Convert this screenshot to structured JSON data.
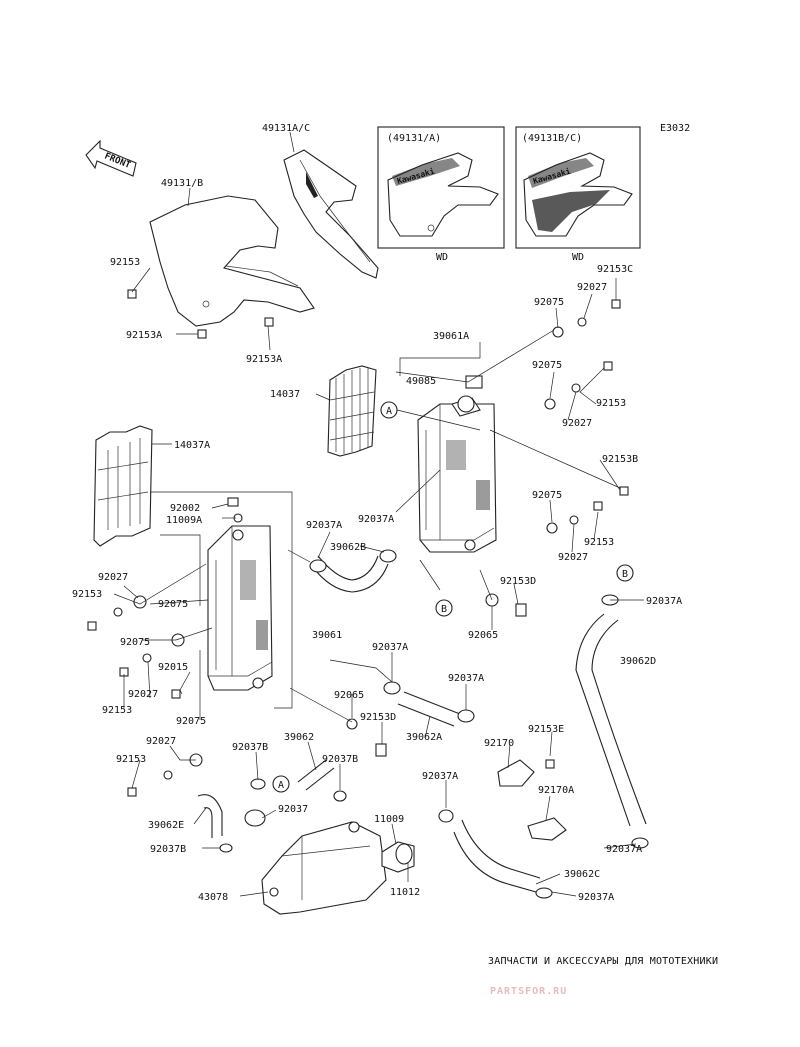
{
  "diagram_code": "E3032",
  "front_arrow": "FRONT",
  "inset_left_title": "(49131/A)",
  "inset_right_title": "(49131B/C)",
  "inset_left_label": "WD",
  "inset_right_label": "WD",
  "inset_left_decal": "Kawasaki",
  "inset_right_decal": "Kawasaki",
  "ref_a": "A",
  "ref_b": "B",
  "labels": {
    "l_49131ac": "49131A/C",
    "l_49131b": "49131/B",
    "l_92153_top": "92153",
    "l_92153a_1": "92153A",
    "l_92153a_2": "92153A",
    "l_92153c": "92153C",
    "l_92027_top": "92027",
    "l_92075_top": "92075",
    "l_39061a": "39061A",
    "l_49085": "49085",
    "l_92075_mid": "92075",
    "l_14037": "14037",
    "l_92153_r1": "92153",
    "l_92027_r1": "92027",
    "l_14037a": "14037A",
    "l_92153b": "92153B",
    "l_92002": "92002",
    "l_11009a": "11009A",
    "l_92037a_1": "92037A",
    "l_92037a_2": "92037A",
    "l_39062b": "39062B",
    "l_92075_r2": "92075",
    "l_92153_r2": "92153",
    "l_92027_r2": "92027",
    "l_92027_l1": "92027",
    "l_92153_l1": "92153",
    "l_92075_l1": "92075",
    "l_92075_l2": "92075",
    "l_92153d_1": "92153D",
    "l_92065_1": "92065",
    "l_92037a_r": "92037A",
    "l_39061": "39061",
    "l_39062d": "39062D",
    "l_92015": "92015",
    "l_92027_l2": "92027",
    "l_92153_l2": "92153",
    "l_92075_l3": "92075",
    "l_92037a_3": "92037A",
    "l_92065_2": "92065",
    "l_92037a_4": "92037A",
    "l_92153d_2": "92153D",
    "l_39062a": "39062A",
    "l_92027_l3": "92027",
    "l_92153_l3": "92153",
    "l_92037b_1": "92037B",
    "l_39062": "39062",
    "l_92037b_2": "92037B",
    "l_92170": "92170",
    "l_92153e": "92153E",
    "l_92037": "92037",
    "l_92037a_5": "92037A",
    "l_92170a": "92170A",
    "l_39062e": "39062E",
    "l_11009": "11009",
    "l_92037b_3": "92037B",
    "l_92037a_6": "92037A",
    "l_39062c": "39062C",
    "l_43078": "43078",
    "l_11012": "11012",
    "l_92037a_7": "92037A"
  },
  "watermark": {
    "subtitle": "ЗАПЧАСТИ И АКСЕССУАРЫ ДЛЯ МОТОТЕХНИКИ",
    "brand": "PARTSFOR.RU",
    "color": "#e8bcbc"
  }
}
